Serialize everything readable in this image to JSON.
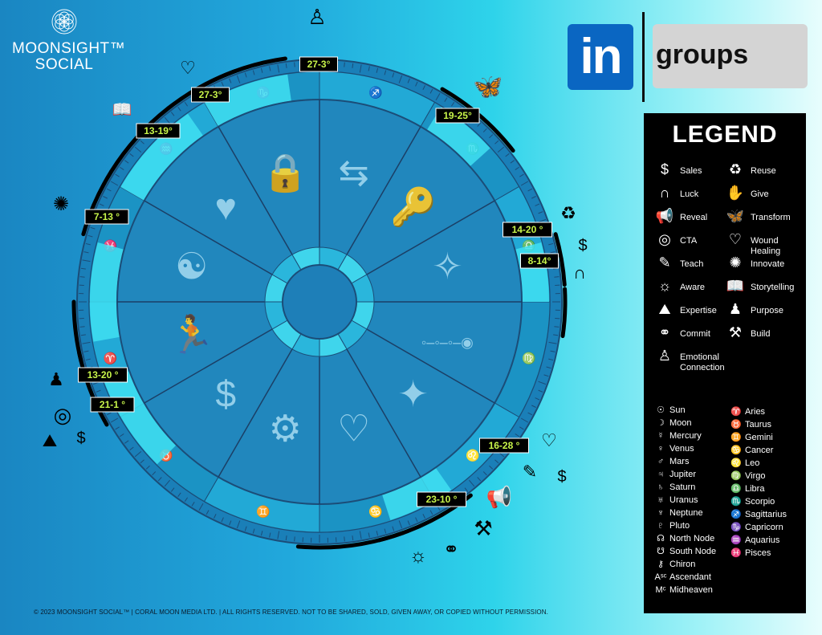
{
  "brand": {
    "line1": "MOONSIGHT™",
    "line2": "SOCIAL"
  },
  "linkedin": {
    "logo_text": "in",
    "groups_label": "groups"
  },
  "legend": {
    "title": "LEGEND",
    "icon_items": [
      {
        "label": "Sales",
        "glyph": "$",
        "icon": "dollar-icon"
      },
      {
        "label": "Reuse",
        "glyph": "♻",
        "icon": "recycle-icon"
      },
      {
        "label": "Luck",
        "glyph": "∩",
        "icon": "horseshoe-icon"
      },
      {
        "label": "Give",
        "glyph": "✋",
        "icon": "give-hand-icon"
      },
      {
        "label": "Reveal",
        "glyph": "📢",
        "icon": "megaphone-icon"
      },
      {
        "label": "Transform",
        "glyph": "🦋",
        "icon": "butterfly-icon"
      },
      {
        "label": "CTA",
        "glyph": "◎",
        "icon": "target-icon"
      },
      {
        "label": "Wound Healing",
        "glyph": "♡",
        "icon": "heart-plus-icon"
      },
      {
        "label": "Teach",
        "glyph": "✎",
        "icon": "teacher-icon"
      },
      {
        "label": "Innovate",
        "glyph": "✺",
        "icon": "lightbulb-gear-icon"
      },
      {
        "label": "Aware",
        "glyph": "☼",
        "icon": "sun-icon"
      },
      {
        "label": "Storytelling",
        "glyph": "📖",
        "icon": "book-icon"
      },
      {
        "label": "Expertise",
        "glyph": "⛰",
        "icon": "summit-icon"
      },
      {
        "label": "Purpose",
        "glyph": "♟",
        "icon": "purpose-person-icon"
      },
      {
        "label": "Commit",
        "glyph": "⚭",
        "icon": "commit-icon"
      },
      {
        "label": "Build",
        "glyph": "⚒",
        "icon": "hammer-pick-icon"
      },
      {
        "label": "Emotional Connection",
        "glyph": "♙",
        "icon": "emotional-person-icon"
      }
    ],
    "planets": [
      {
        "glyph": "☉",
        "label": "Sun"
      },
      {
        "glyph": "☽",
        "label": "Moon"
      },
      {
        "glyph": "☿",
        "label": "Mercury"
      },
      {
        "glyph": "♀",
        "label": "Venus"
      },
      {
        "glyph": "♂",
        "label": "Mars"
      },
      {
        "glyph": "♃",
        "label": "Jupiter"
      },
      {
        "glyph": "♄",
        "label": "Saturn"
      },
      {
        "glyph": "♅",
        "label": "Uranus"
      },
      {
        "glyph": "♆",
        "label": "Neptune"
      },
      {
        "glyph": "♇",
        "label": "Pluto"
      },
      {
        "glyph": "☊",
        "label": "North Node"
      },
      {
        "glyph": "☋",
        "label": "South Node"
      },
      {
        "glyph": "⚷",
        "label": "Chiron"
      },
      {
        "glyph": "Aˢᶜ",
        "label": "Ascendant"
      },
      {
        "glyph": "Mᶜ",
        "label": "Midheaven"
      }
    ],
    "signs": [
      {
        "glyph": "♈",
        "label": "Aries"
      },
      {
        "glyph": "♉",
        "label": "Taurus"
      },
      {
        "glyph": "♊",
        "label": "Gemini"
      },
      {
        "glyph": "♋",
        "label": "Cancer"
      },
      {
        "glyph": "♌",
        "label": "Leo"
      },
      {
        "glyph": "♍",
        "label": "Virgo"
      },
      {
        "glyph": "♎",
        "label": "Libra"
      },
      {
        "glyph": "♏",
        "label": "Scorpio"
      },
      {
        "glyph": "♐",
        "label": "Sagittarius"
      },
      {
        "glyph": "♑",
        "label": "Capricorn"
      },
      {
        "glyph": "♒",
        "label": "Aquarius"
      },
      {
        "glyph": "♓",
        "label": "Pisces"
      }
    ]
  },
  "wheel": {
    "zodiac_ring": [
      {
        "glyph": "♐",
        "name": "sagittarius"
      },
      {
        "glyph": "♏",
        "name": "scorpio"
      },
      {
        "glyph": "♎",
        "name": "libra"
      },
      {
        "glyph": "♍",
        "name": "virgo"
      },
      {
        "glyph": "♌",
        "name": "leo"
      },
      {
        "glyph": "♋",
        "name": "cancer"
      },
      {
        "glyph": "♊",
        "name": "gemini"
      },
      {
        "glyph": "♉",
        "name": "taurus"
      },
      {
        "glyph": "♈",
        "name": "aries"
      },
      {
        "glyph": "♓",
        "name": "pisces"
      },
      {
        "glyph": "♒",
        "name": "aquarius"
      },
      {
        "glyph": "♑",
        "name": "capricorn"
      }
    ],
    "house_icons": [
      {
        "name": "signpost-icon",
        "glyph": "⇆"
      },
      {
        "name": "key-icon",
        "glyph": "🔑"
      },
      {
        "name": "mind-stars-icon",
        "glyph": "✧"
      },
      {
        "name": "steps-progress-icon",
        "glyph": "◦–◦–◦–◉"
      },
      {
        "name": "sparkle-stars-icon",
        "glyph": "✦"
      },
      {
        "name": "hug-icon",
        "glyph": "♡"
      },
      {
        "name": "head-gears-icon",
        "glyph": "⚙"
      },
      {
        "name": "relax-money-icon",
        "glyph": "$"
      },
      {
        "name": "running-person-icon",
        "glyph": "🏃"
      },
      {
        "name": "meditation-icon",
        "glyph": "☯"
      },
      {
        "name": "hands-heart-icon",
        "glyph": "♥"
      },
      {
        "name": "shield-lock-icon",
        "glyph": "🔒"
      }
    ],
    "degree_labels": [
      {
        "text": "27-3°",
        "name": "top"
      },
      {
        "text": "19-25°",
        "name": "sagittarius"
      },
      {
        "text": "14-20 °",
        "name": "libra-a"
      },
      {
        "text": "8-14°",
        "name": "libra-b"
      },
      {
        "text": "16-28 °",
        "name": "leo"
      },
      {
        "text": "23-10 °",
        "name": "cancer"
      },
      {
        "text": "21-1 °",
        "name": "aries-b"
      },
      {
        "text": "13-20 °",
        "name": "aries-a"
      },
      {
        "text": "7-13 °",
        "name": "pisces"
      },
      {
        "text": "13-19°",
        "name": "aquarius"
      },
      {
        "text": "27-3°",
        "name": "capricorn"
      }
    ]
  },
  "copyright": "© 2023 MOONSIGHT SOCIAL™ | CORAL MOON MEDIA LTD. | ALL RIGHTS RESERVED. NOT TO BE SHARED, SOLD, GIVEN AWAY, OR COPIED WITHOUT PERMISSION."
}
